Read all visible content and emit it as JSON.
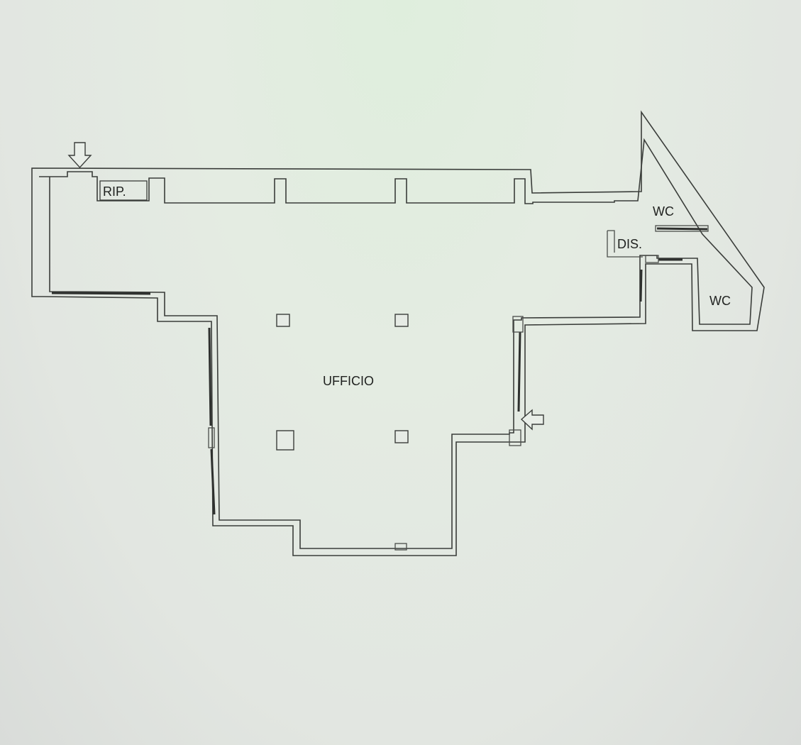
{
  "rooms": {
    "ufficio": "UFFICIO",
    "ripostiglio": "RIP.",
    "disimpegno": "DIS.",
    "wc_upper": "WC",
    "wc_lower": "WC"
  },
  "icons": {
    "entrance_top": "entrance-arrow-down-icon",
    "entrance_right": "entrance-arrow-left-icon"
  },
  "colors": {
    "wall": "#3a3d3a",
    "background": "#e2e6e1"
  }
}
